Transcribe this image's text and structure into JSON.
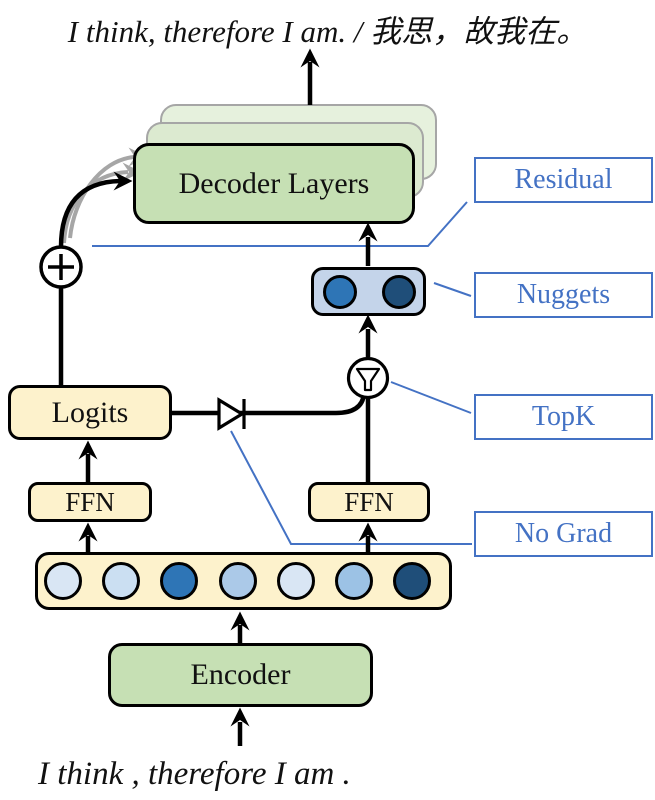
{
  "output_sentence": "I think, therefore I am. / 我思，故我在。",
  "input_sentence": "I think , therefore I am .",
  "blocks": {
    "decoder_layers": "Decoder Layers",
    "logits": "Logits",
    "ffn_left": "FFN",
    "ffn_right": "FFN",
    "encoder": "Encoder"
  },
  "callouts": {
    "residual": "Residual",
    "nuggets": "Nuggets",
    "topk": "TopK",
    "no_grad": "No Grad"
  },
  "icons": {
    "plus_circle": "residual-add-icon",
    "funnel_circle": "topk-filter-icon",
    "diode": "stop-gradient-icon"
  },
  "colors": {
    "accent_blue": "#4472c4",
    "box_green": "#c6e0b4",
    "box_green_mid": "#dcead0",
    "box_green_back": "#e6f1dd",
    "stack_border": "#a6a6a6",
    "box_tan": "#fdf2cc",
    "nuggets_fill": "#c4d4ea",
    "black": "#000000",
    "white": "#ffffff"
  },
  "nugget_cells": [
    "#2e75b6",
    "#1f4e79"
  ],
  "embedding_cells": [
    "#d9e6f4",
    "#cbdff2",
    "#2e75b6",
    "#abc9e8",
    "#d9e6f4",
    "#9cc2e5",
    "#1f4e79"
  ]
}
